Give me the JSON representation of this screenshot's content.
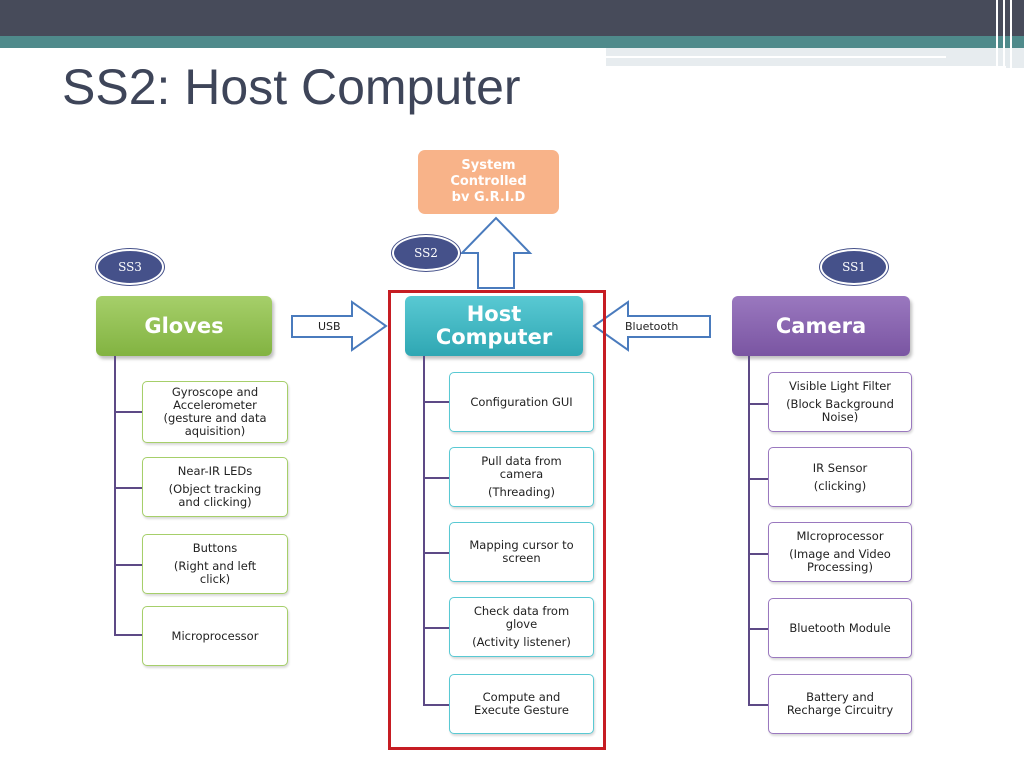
{
  "slide": {
    "title": "SS2: Host Computer"
  },
  "top_box": {
    "line1": "System",
    "line2": "Controlled",
    "line3": "bv G.R.I.D"
  },
  "badges": {
    "ss3": "SS3",
    "ss2": "SS2",
    "ss1": "SS1"
  },
  "arrows": {
    "usb": "USB",
    "bluetooth": "Bluetooth"
  },
  "gloves": {
    "label": "Gloves",
    "items": [
      {
        "l1": "Gyroscope and",
        "l2": "Accelerometer",
        "l3": "(gesture and data",
        "l4": "aquisition)"
      },
      {
        "l1": "Near-IR LEDs",
        "l2": "(Object tracking",
        "l3": "and clicking)"
      },
      {
        "l1": "Buttons",
        "l2": "(Right and left",
        "l3": "click)"
      },
      {
        "l1": "Microprocessor"
      }
    ]
  },
  "host": {
    "label_line1": "Host",
    "label_line2": "Computer",
    "items": [
      {
        "l1": "Configuration GUI"
      },
      {
        "l1": "Pull data from",
        "l2": "camera",
        "l3": "(Threading)"
      },
      {
        "l1": "Mapping cursor to",
        "l2": "screen"
      },
      {
        "l1": "Check data from",
        "l2": "glove",
        "l3": "(Activity listener)"
      },
      {
        "l1": "Compute and",
        "l2": "Execute Gesture"
      }
    ]
  },
  "camera": {
    "label": "Camera",
    "items": [
      {
        "l1": "Visible Light Filter",
        "l2": "(Block Background",
        "l3": "Noise)"
      },
      {
        "l1": "IR Sensor",
        "l2": "(clicking)"
      },
      {
        "l1": "MIcroprocessor",
        "l2": "(Image and Video",
        "l3": "Processing)"
      },
      {
        "l1": "Bluetooth Module"
      },
      {
        "l1": "Battery and",
        "l2": "Recharge Circuitry"
      }
    ]
  },
  "colors": {
    "gloves": "#82b341",
    "host": "#2fa7b3",
    "camera": "#7a55a2",
    "top_box": "#f8b389",
    "highlight_frame": "#c61d23",
    "badge": "#45518a"
  }
}
